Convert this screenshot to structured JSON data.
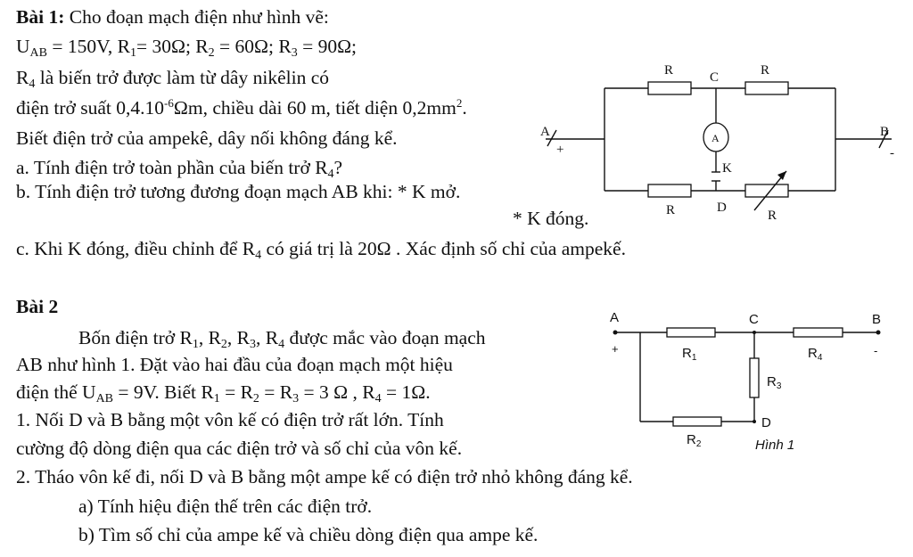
{
  "bai1": {
    "heading": "Bài 1:",
    "intro": "Cho đoạn mạch điện như hình vẽ:",
    "line2": {
      "u_sym": "U",
      "u_sub": "AB",
      "u_val": " = 150V, ",
      "r1_sym": "R",
      "r1_sub": "1",
      "r1_val": "= 30Ω; ",
      "r2_sym": "R",
      "r2_sub": "2",
      "r2_val": " = 60Ω; ",
      "r3_sym": "R",
      "r3_sub": "3",
      "r3_val": " = 90Ω;"
    },
    "line3": {
      "r_sym": "R",
      "r_sub": "4",
      "text": " là biến trở được làm từ dây nikêlin có"
    },
    "line4": {
      "a": "điện trở suất 0,4.10",
      "exp": "-6",
      "b": "Ωm, chiều dài 60 m, tiết diện 0,2mm",
      "exp2": "2",
      "c": "."
    },
    "line5": "Biết điện trở của ampekê, dây nối không đáng kể.",
    "line6": {
      "text": "a. Tính điện trở toàn phần của biến trở R",
      "sub": "4",
      "end": "?"
    },
    "line7": "b. Tính điện trở tương đương đoạn mạch AB khi:  * K mở.",
    "line8": "* K đóng.",
    "line9": {
      "text": "c. Khi K đóng, điều chỉnh để R",
      "sub": "4",
      "end": " có giá trị là 20Ω . Xác định số chỉ của ampekế."
    },
    "circuit": {
      "label_r_top_left": "R",
      "label_c": "C",
      "label_r_top_right": "R",
      "label_a": "A",
      "label_a_plus": "+",
      "label_ammeter": "A",
      "label_b": "B",
      "label_b_minus": "-",
      "label_k": "K",
      "label_r_bottom_left": "R",
      "label_d": "D",
      "label_r_bottom_right": "R"
    }
  },
  "bai2": {
    "heading": "Bài 2",
    "line1": {
      "a": "Bốn điện trở R",
      "s1": "1",
      "b": ", R",
      "s2": "2",
      "c": ", R",
      "s3": "3",
      "d": ", R",
      "s4": "4",
      "e": " được mắc vào đoạn mạch"
    },
    "line2": "AB như hình 1. Đặt vào hai đầu của đoạn mạch một hiệu",
    "line3": {
      "a": "điện thế U",
      "s1": "AB",
      "b": " = 9V. Biết R",
      "s2": "1",
      "c": " = R",
      "s3": "2",
      "d": " = R",
      "s4": "3",
      "e": " = 3 Ω , R",
      "s5": "4",
      "f": " = 1Ω."
    },
    "line4": "1. Nối D và B bằng một vôn kế có điện trở rất lớn. Tính",
    "line5": "cường độ dòng điện qua các điện trở và số chỉ của vôn kế.",
    "line6": "2. Tháo vôn kế đi, nối D và B bằng một ampe kế có điện trở nhỏ không đáng kể.",
    "line7": "a) Tính hiệu điện thế trên các điện trở.",
    "line8": "b) Tìm số chỉ của ampe kế và chiều dòng điện qua ampe kế.",
    "circuit": {
      "label_a": "A",
      "label_plus": "+",
      "label_c": "C",
      "label_b": "B",
      "label_minus": "-",
      "label_r1": "R",
      "label_r1_sub": "1",
      "label_r4": "R",
      "label_r4_sub": "4",
      "label_r3": "R",
      "label_r3_sub": "3",
      "label_d": "D",
      "label_r2": "R",
      "label_r2_sub": "2",
      "caption": "Hình 1"
    }
  }
}
